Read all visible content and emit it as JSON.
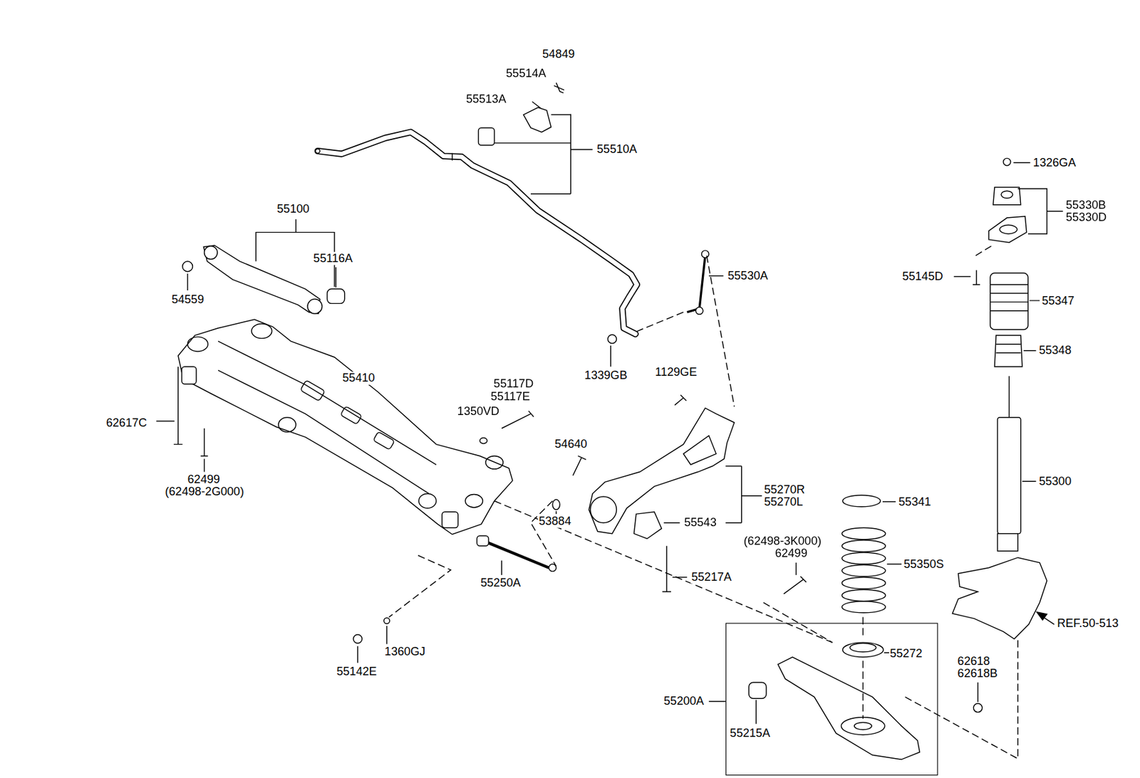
{
  "diagram": {
    "nodes": [
      {
        "text": [
          "55272",
          "55215A"
        ]
      }
    ],
    "labels": [
      "54849",
      "55514A",
      "55513A",
      "55510A",
      "1326GA",
      "55330B",
      "55330D",
      "55100",
      "55116A",
      "55530A",
      "55145D",
      "55347",
      "54559",
      "55348",
      "1339GB",
      "1129GE",
      "55410",
      "55117D",
      "55117E",
      "1350VD",
      "62617C",
      "54640",
      "55270R",
      "55270L",
      "55300",
      "62499",
      "(62498-2G000)",
      "55341",
      "53884",
      "55543",
      "(62498-3K000)",
      "62499",
      "55350S",
      "55250A",
      "55217A",
      "REF.50-513",
      "1360GJ",
      "55142E",
      "62618",
      "62618B",
      "55200A"
    ]
  }
}
